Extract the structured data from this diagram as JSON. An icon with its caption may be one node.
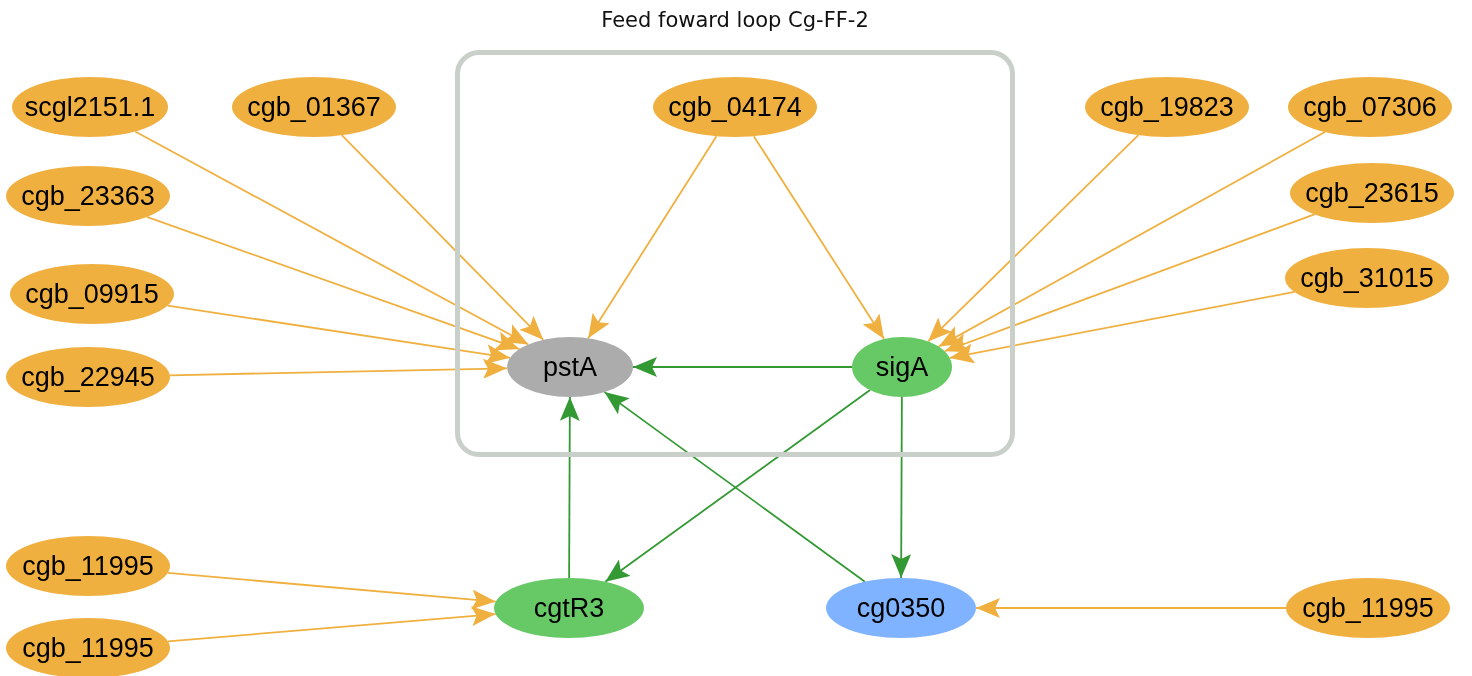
{
  "diagram": {
    "nodes": [
      {
        "text": [
          "Feed foward loop Cg-FF-2"
        ]
      },
      {
        "text": [
          "scgl2151.1"
        ]
      },
      {
        "text": [
          "cgb_01367"
        ]
      },
      {
        "text": [
          "cgb_04174"
        ],
        "in": 0
      },
      {
        "text": [
          "cgb_19823"
        ]
      },
      {
        "text": [
          "cgb_07306"
        ]
      },
      {
        "text": [
          "cgb_23363"
        ]
      },
      {
        "text": [
          "cgb_23615"
        ]
      },
      {
        "text": [
          "cgb_09915"
        ]
      },
      {
        "text": [
          "cgb_31015"
        ]
      },
      {
        "text": [
          "cgb_22945"
        ]
      },
      {
        "text": [
          "pstA"
        ],
        "in": 0
      },
      {
        "text": [
          "sigA"
        ],
        "in": 0
      },
      {
        "text": [
          "cgb_11995"
        ]
      },
      {
        "text": [
          "cgtR3"
        ]
      },
      {
        "text": [
          "cg0350"
        ]
      },
      {
        "text": [
          "cgb_11995"
        ]
      },
      {
        "text": [
          "cgb_11995"
        ]
      }
    ],
    "edges": [
      {
        "from": 1,
        "to": 11,
        "arrow": "to"
      },
      {
        "from": 2,
        "to": 11,
        "arrow": "to"
      },
      {
        "from": 3,
        "to": 11,
        "arrow": "to"
      },
      {
        "from": 6,
        "to": 11,
        "arrow": "to"
      },
      {
        "from": 8,
        "to": 11,
        "arrow": "to"
      },
      {
        "from": 10,
        "to": 11,
        "arrow": "to"
      },
      {
        "from": 3,
        "to": 12,
        "arrow": "to"
      },
      {
        "from": 4,
        "to": 12,
        "arrow": "to"
      },
      {
        "from": 5,
        "to": 12,
        "arrow": "to"
      },
      {
        "from": 7,
        "to": 12,
        "arrow": "to"
      },
      {
        "from": 9,
        "to": 12,
        "arrow": "to"
      },
      {
        "from": 12,
        "to": 11,
        "arrow": "to",
        "color": "#339933"
      },
      {
        "from": 12,
        "to": 14,
        "arrow": "to",
        "color": "#339933"
      },
      {
        "from": 12,
        "to": 15,
        "arrow": "to",
        "color": "#339933"
      },
      {
        "from": 14,
        "to": 11,
        "arrow": "to",
        "color": "#339933"
      },
      {
        "from": 15,
        "to": 11,
        "arrow": "to",
        "color": "#339933"
      },
      {
        "from": 13,
        "to": 14,
        "arrow": "to"
      },
      {
        "from": 17,
        "to": 14,
        "arrow": "to"
      },
      {
        "from": 16,
        "to": 15,
        "arrow": "to"
      }
    ]
  }
}
